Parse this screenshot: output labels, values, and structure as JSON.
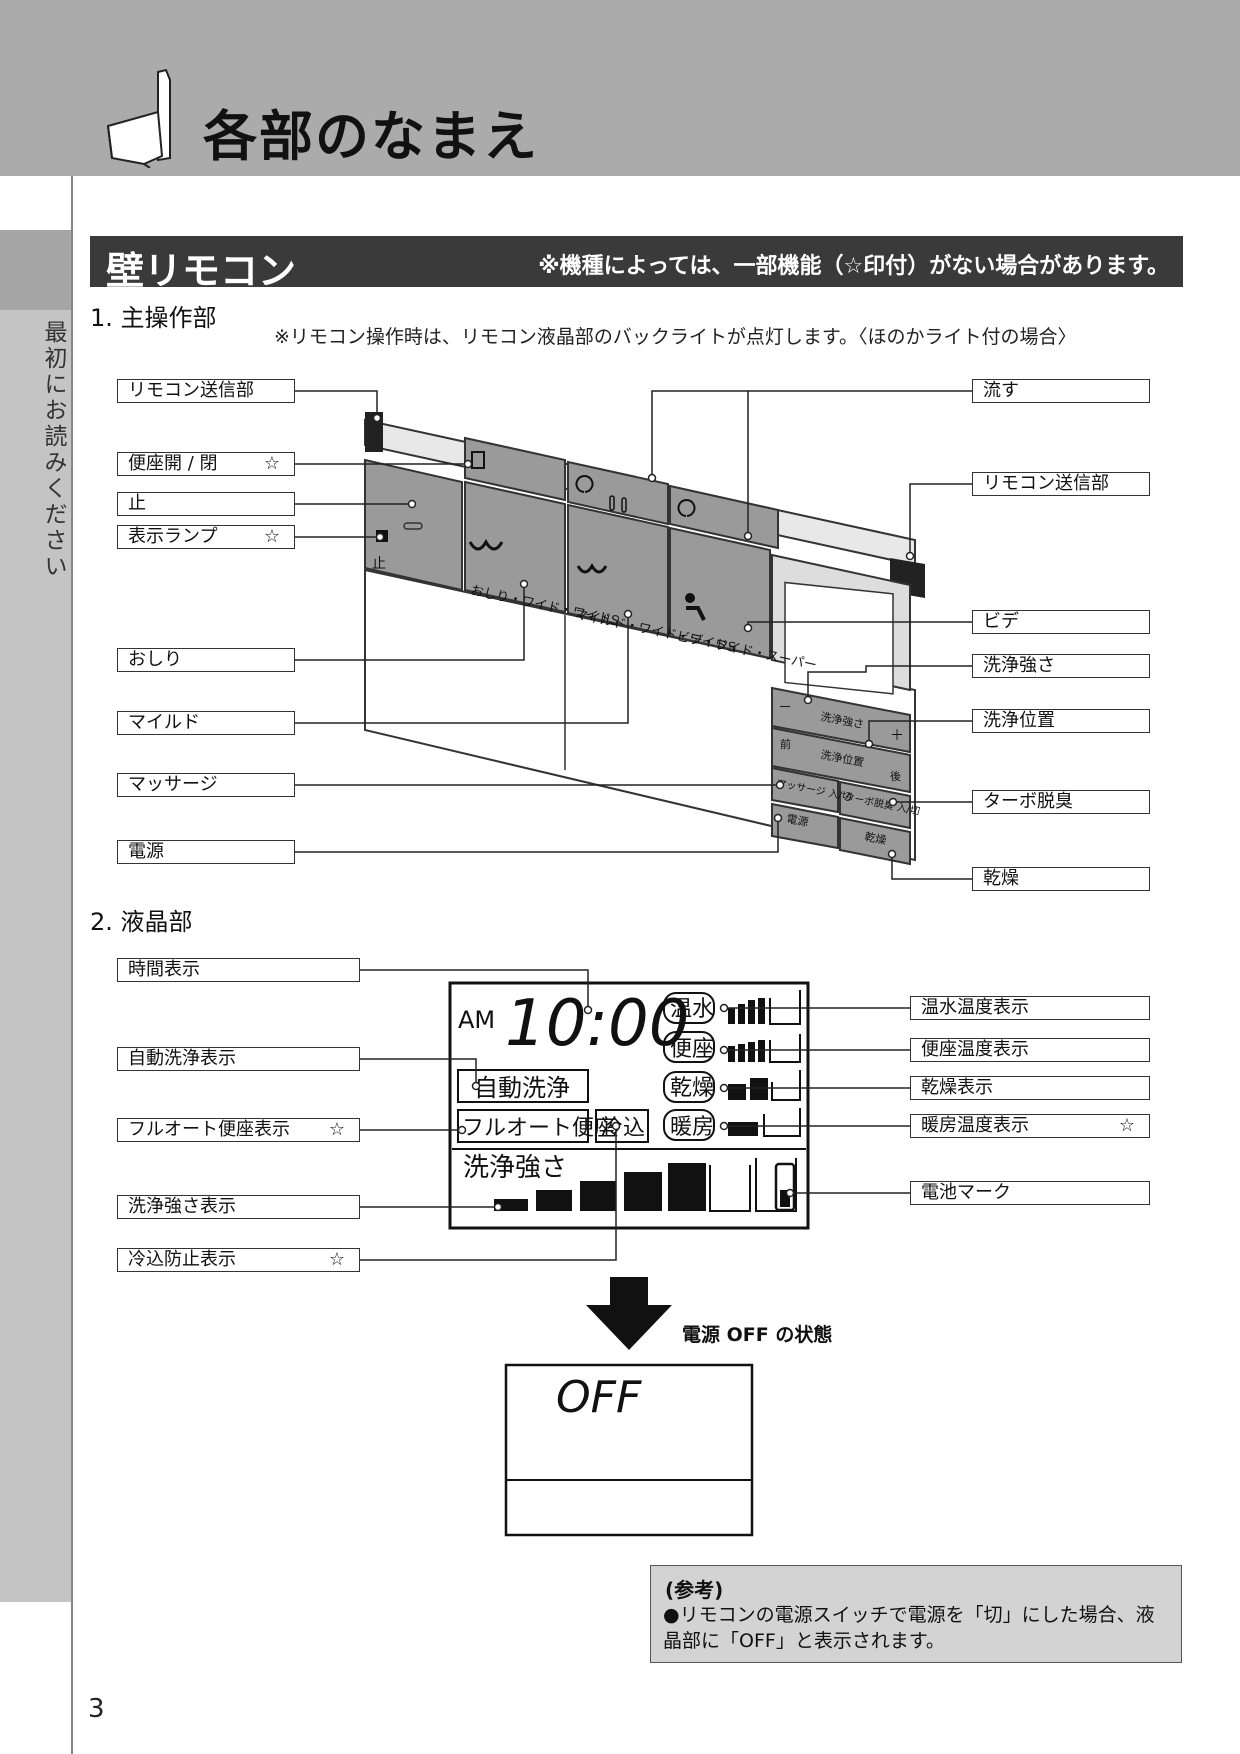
{
  "header": {
    "title": "各部のなまえ"
  },
  "sidebar": {
    "text": "最初にお読みください"
  },
  "section": {
    "title": "壁リモコン",
    "note": "※機種によっては、一部機能（☆印付）がない場合があります。"
  },
  "part1": {
    "heading": "1. 主操作部",
    "note": "※リモコン操作時は、リモコン液晶部のバックライトが点灯します。〈ほのかライト付の場合〉",
    "left_labels": [
      {
        "text": "リモコン送信部",
        "star": ""
      },
      {
        "text": "便座開 / 閉",
        "star": "☆"
      },
      {
        "text": "止",
        "star": ""
      },
      {
        "text": "表示ランプ",
        "star": "☆"
      },
      {
        "text": "おしり",
        "star": ""
      },
      {
        "text": "マイルド",
        "star": ""
      },
      {
        "text": "マッサージ",
        "star": ""
      },
      {
        "text": "電源",
        "star": ""
      }
    ],
    "right_labels": [
      {
        "text": "流す"
      },
      {
        "text": "リモコン送信部"
      },
      {
        "text": "ビデ"
      },
      {
        "text": "洗浄強さ"
      },
      {
        "text": "洗浄位置"
      },
      {
        "text": "ターボ脱臭"
      },
      {
        "text": "乾燥"
      }
    ],
    "device_text": {
      "stop": "止",
      "oshiri": "おしり・ワイド・ワイドS",
      "mild": "マイルド・ワイド・ワイドS",
      "bidet": "ビデ・ワイド・スーパー",
      "strength": "洗浄強さ",
      "position": "洗浄位置",
      "front": "前",
      "back": "後",
      "minus": "－",
      "plus": "＋",
      "massage": "マッサージ 入/切",
      "turbo": "ターボ脱臭 入/切",
      "power": "電源",
      "dry": "乾燥"
    }
  },
  "part2": {
    "heading": "2. 液晶部",
    "left_labels": [
      {
        "text": "時間表示",
        "star": ""
      },
      {
        "text": "自動洗浄表示",
        "star": ""
      },
      {
        "text": "フルオート便座表示",
        "star": "☆"
      },
      {
        "text": "洗浄強さ表示",
        "star": ""
      },
      {
        "text": "冷込防止表示",
        "star": "☆"
      }
    ],
    "right_labels": [
      {
        "text": "温水温度表示",
        "star": ""
      },
      {
        "text": "便座温度表示",
        "star": ""
      },
      {
        "text": "乾燥表示",
        "star": ""
      },
      {
        "text": "暖房温度表示",
        "star": "☆"
      },
      {
        "text": "電池マーク",
        "star": ""
      }
    ],
    "lcd": {
      "am": "AM",
      "time": "10:00",
      "onsui": "温水",
      "benza": "便座",
      "kanso": "乾燥",
      "danbo": "暖房",
      "auto_wash": "自動洗浄",
      "full_auto": "フルオート便座",
      "hiekomi": "冷込",
      "strength": "洗浄強さ"
    },
    "off_caption": "電源 OFF の状態",
    "off_display": "OFF"
  },
  "reference": {
    "title": "(参考)",
    "text": "●リモコンの電源スイッチで電源を「切」にした場合、液晶部に「OFF」と表示されます。"
  },
  "page_number": "3"
}
